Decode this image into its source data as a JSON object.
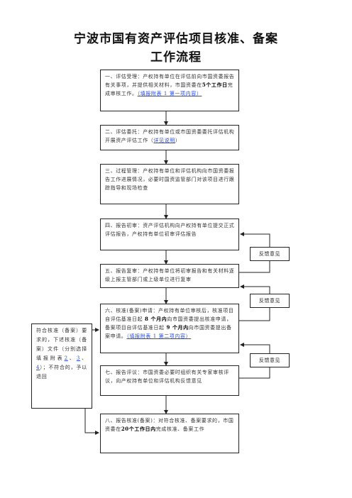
{
  "title": {
    "line1": "宁波市国有资产评估项目核准、备案",
    "line2": "工作流程"
  },
  "steps": [
    {
      "pre": "一、评估受理：产权持有单位在评估前向市国资委报告有关事项，并提供相关材料，市国资委在",
      "em": "5个工作日",
      "mid": "完成审核工作。",
      "link": "（填报附表 1 第一项内容）",
      "post": ""
    },
    {
      "pre": "二、评估委托：产权持有单位或市国资委委托评估机构开展资产评估工作（",
      "link": "详见说明",
      "post": "）"
    },
    {
      "pre": "三、过程管理：产权持有单位和评估机构向市国资委报告工作进展情况，必要时国资监管部门对该项目进行跟踪指导和现场检查"
    },
    {
      "pre": "四、报告初审：资产评估机构向产权持有单位提交正式评估报告，产权持有单位初审评估报告"
    },
    {
      "pre": "五、报告复审：产权持有单位将初审报告和有关材料逐级上报主管部门或上级单位进行复审"
    },
    {
      "pre": "六、核准(备案)申请：产权持有单位审核后，核准项目自评估基准日起 ",
      "em": "8 个月内",
      "mid": "向市国资委提出核准申请，备案项目自评估基准日起 ",
      "em2": "9 个月内",
      "mid2": "向市国资委提出备案申请。",
      "link": "（填报附表 1 第二项内容）",
      "post": ""
    },
    {
      "pre": "七、报告评议：市国资委必要时组织有关专家审核评议，向产权持有单位和评估机构反馈意见"
    },
    {
      "pre": "八、报告核准(备案)：对符合核准、备案要求的，市国资委在",
      "em": "20个工作日内",
      "mid": "完成核准、备案工作"
    }
  ],
  "feedback": [
    "反馈意见",
    "反馈意见",
    "反馈意见"
  ],
  "side": {
    "pre": "符合核准（备案）要求的，下述核准（备案）文件（分别选择填报附表",
    "n1": "2",
    "s1": "、",
    "n2": "3",
    "s2": "、",
    "n3": "4",
    "post": "）；不符合的，予以退回"
  }
}
